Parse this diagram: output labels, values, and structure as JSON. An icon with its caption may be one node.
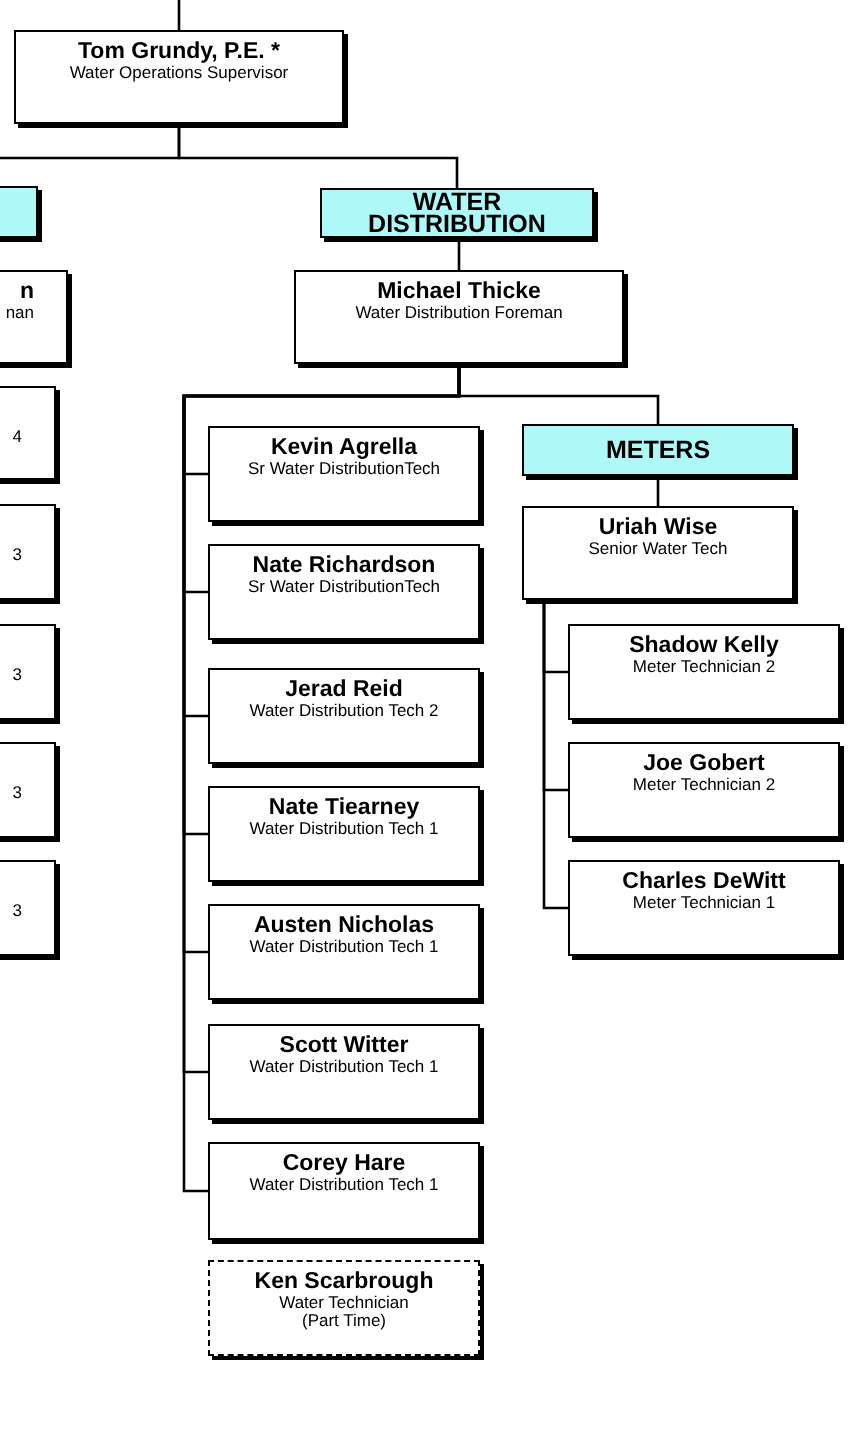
{
  "diagram": {
    "nodes": [
      {
        "text": [
          "Tom Grundy, P.E. *",
          "Water Operations Supervisor"
        ]
      },
      {
        "text": [],
        "shape": "box"
      },
      {
        "text": [
          "WATER DISTRIBUTION"
        ]
      },
      {
        "text": [
          "n",
          "nan"
        ]
      },
      {
        "text": [
          "Michael Thicke",
          "Water Distribution Foreman"
        ]
      },
      {
        "text": [
          "4"
        ]
      },
      {
        "text": [
          "3"
        ]
      },
      {
        "text": [
          "3"
        ]
      },
      {
        "text": [
          "3"
        ]
      },
      {
        "text": [
          "3"
        ]
      },
      {
        "text": [
          "Kevin Agrella",
          "Sr Water DistributionTech"
        ]
      },
      {
        "text": [
          "Nate Richardson",
          "Sr Water DistributionTech"
        ]
      },
      {
        "text": [
          "Jerad Reid",
          "Water Distribution Tech 2"
        ]
      },
      {
        "text": [
          "Nate Tiearney",
          "Water Distribution Tech 1"
        ]
      },
      {
        "text": [
          "Austen Nicholas",
          "Water Distribution Tech 1"
        ]
      },
      {
        "text": [
          "Scott Witter",
          "Water Distribution Tech 1"
        ]
      },
      {
        "text": [
          "Corey Hare",
          "Water Distribution Tech 1"
        ]
      },
      {
        "text": [
          "Ken Scarbrough",
          "Water Technician",
          "(Part Time)"
        ]
      },
      {
        "text": [
          "METERS"
        ]
      },
      {
        "text": [
          "Uriah Wise",
          "Senior Water Tech"
        ]
      },
      {
        "text": [
          "Shadow Kelly",
          "Meter Technician 2"
        ]
      },
      {
        "text": [
          "Joe Gobert",
          "Meter Technician 2"
        ]
      },
      {
        "text": [
          "Charles DeWitt",
          "Meter Technician 1"
        ]
      }
    ],
    "edges": [
      {
        "from": null,
        "to": 0,
        "arrow": "none"
      },
      {
        "from": 0,
        "to": 1,
        "arrow": "none"
      },
      {
        "from": 0,
        "to": 2,
        "arrow": "none"
      },
      {
        "from": 2,
        "to": 4,
        "arrow": "none"
      },
      {
        "from": 4,
        "to": 10,
        "arrow": "none"
      },
      {
        "from": 4,
        "to": 11,
        "arrow": "none"
      },
      {
        "from": 4,
        "to": 12,
        "arrow": "none"
      },
      {
        "from": 4,
        "to": 13,
        "arrow": "none"
      },
      {
        "from": 4,
        "to": 14,
        "arrow": "none"
      },
      {
        "from": 4,
        "to": 15,
        "arrow": "none"
      },
      {
        "from": 4,
        "to": 16,
        "arrow": "none"
      },
      {
        "from": 4,
        "to": 18,
        "arrow": "none"
      },
      {
        "from": 18,
        "to": 19,
        "arrow": "none"
      },
      {
        "from": 19,
        "to": 20,
        "arrow": "none"
      },
      {
        "from": 19,
        "to": 21,
        "arrow": "none"
      },
      {
        "from": 19,
        "to": 22,
        "arrow": "none"
      }
    ]
  }
}
